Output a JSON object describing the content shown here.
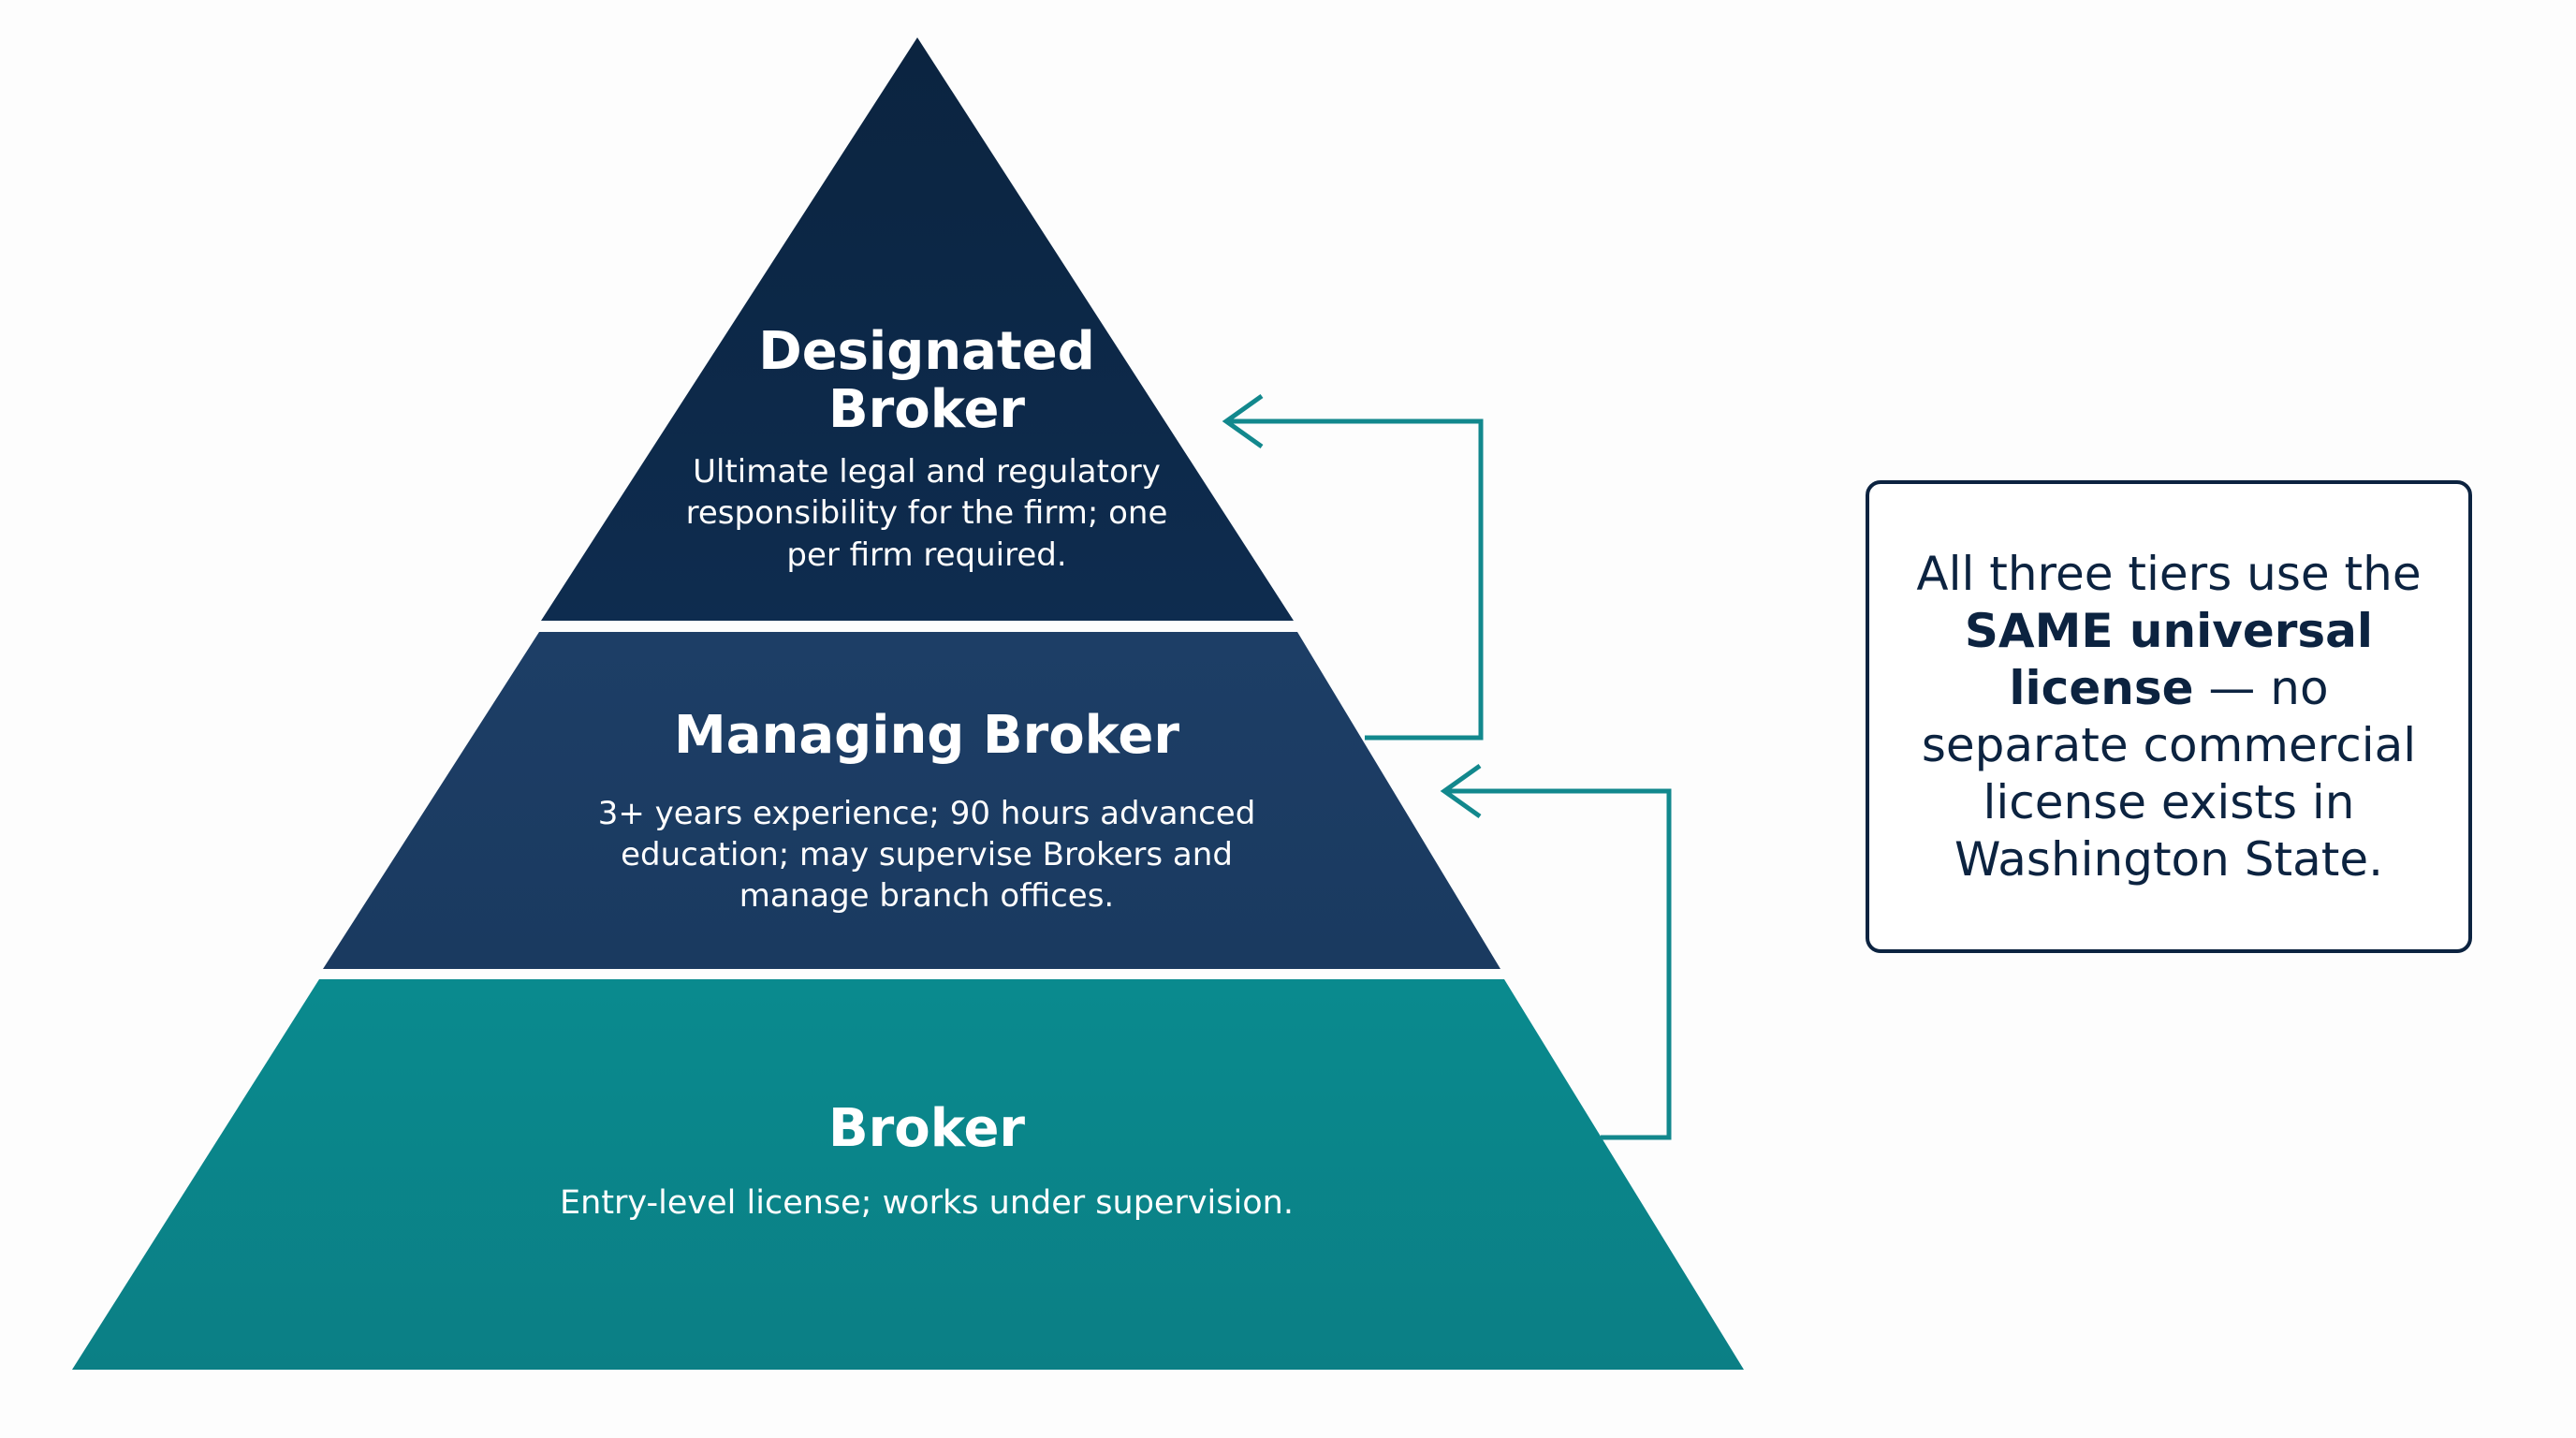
{
  "tiers": [
    {
      "title": "Designated Broker",
      "description": "Ultimate legal and regulatory responsibility for the firm; one per firm required.",
      "color": "#0a2644"
    },
    {
      "title": "Managing Broker",
      "description": "3+ years experience; 90 hours advanced education; may supervise Brokers and manage branch offices.",
      "color": "#1a3b63"
    },
    {
      "title": "Broker",
      "description": "Entry-level license; works under supervision.",
      "color": "#0b8489"
    }
  ],
  "note": {
    "text_before": "All three tiers use the ",
    "emphasis": "SAME universal license",
    "text_after": " — no separate commercial license exists in Washington State.",
    "border_color": "#0c2340"
  },
  "arrows": {
    "color": "#12888d",
    "icon": "arrow-left-icon"
  }
}
